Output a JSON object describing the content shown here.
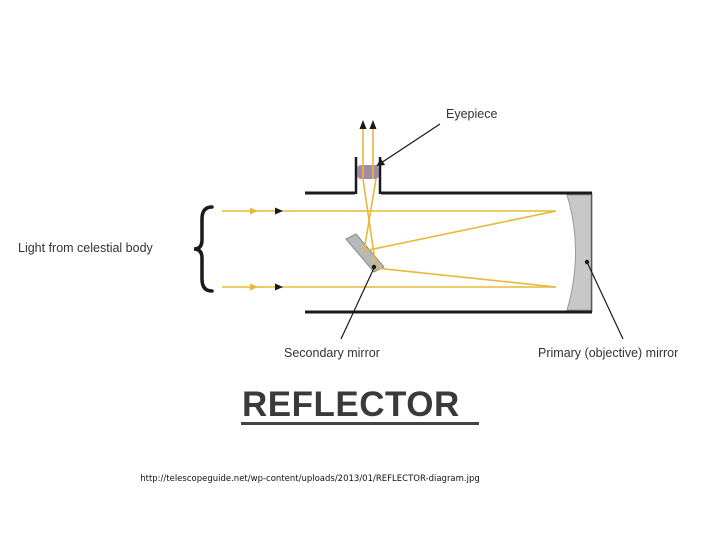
{
  "diagram": {
    "labels": {
      "eyepiece": "Eyepiece",
      "light_source": "Light from celestial body",
      "secondary_mirror": "Secondary mirror",
      "primary_mirror": "Primary (objective) mirror"
    },
    "title": "REFLECTOR",
    "source_url": "http://telescopeguide.net/wp-content/uploads/2013/01/REFLECTOR-diagram.jpg"
  },
  "colors": {
    "light_ray": "#e8b83a",
    "tube": "#1a1a1a",
    "mirror_fill": "#c8c8c8",
    "text": "#333333"
  }
}
